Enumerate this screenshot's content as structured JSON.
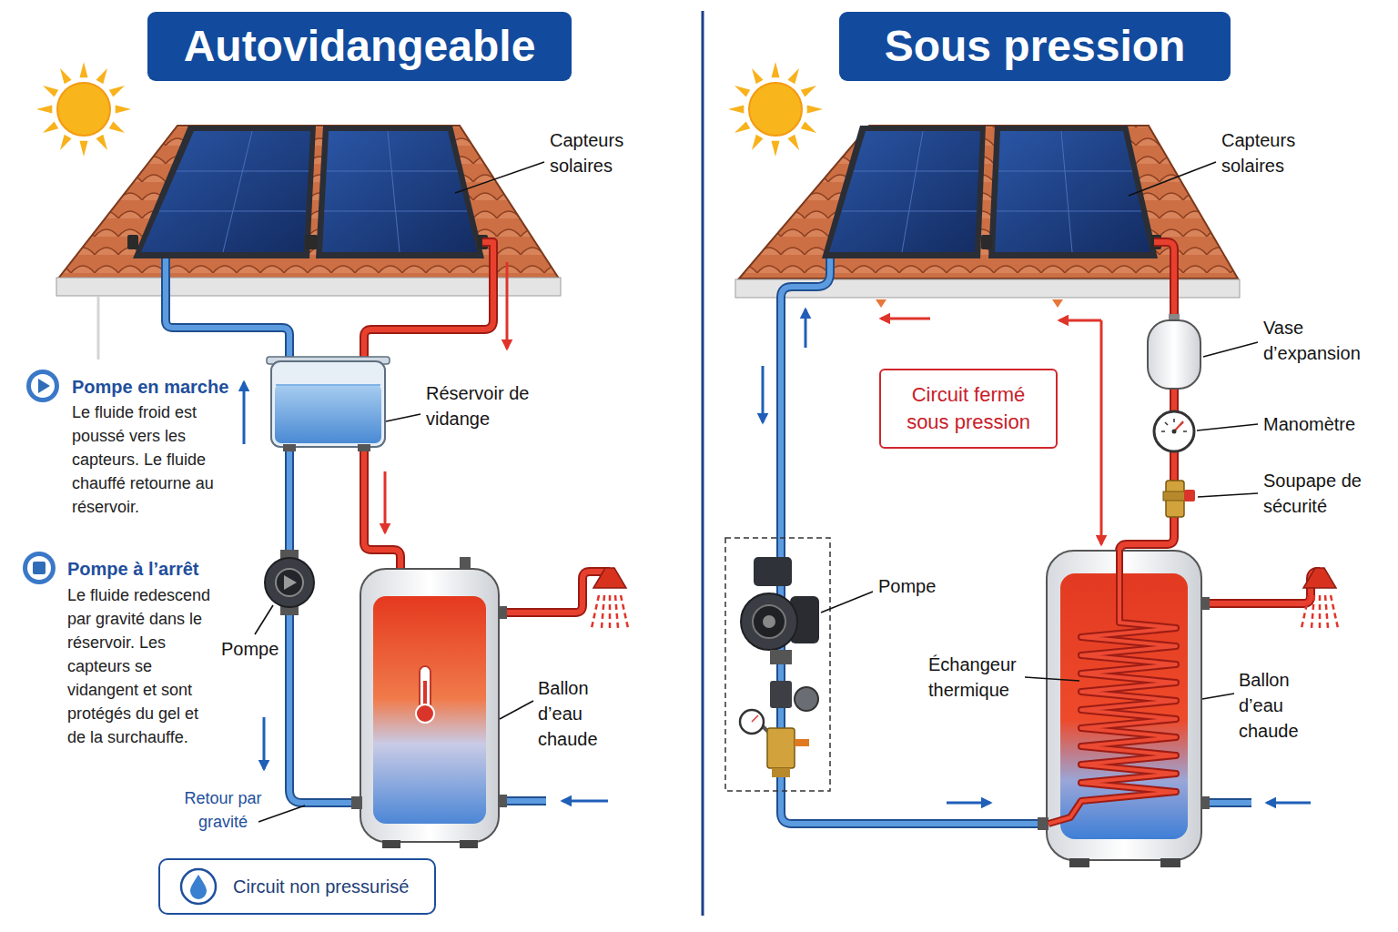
{
  "diagram": {
    "nodes": [
      {
        "text": [
          "Autovidangeable"
        ]
      },
      {
        "text": [
          "Circuit non pressurisé"
        ]
      },
      {
        "text": [
          "Sous pression"
        ]
      },
      {
        "text": [
          "Circuit fermé sous pression"
        ]
      }
    ],
    "labels": [
      "Capteurs solaires",
      "Réservoir de vidange",
      "Pompe en marche",
      "Le fluide froid est poussé vers les capteurs. Le fluide chauffé retourne au réservoir.",
      "Pompe à l’arrêt",
      "Le fluide redescend par gravité dans le réservoir. Les capteurs se vidangent et sont protégés du gel et de la surchauffe.",
      "Pompe",
      "Ballon d’eau chaude",
      "Retour par gravité",
      "Capteurs solaires",
      "Vase d’expansion",
      "Manomètre",
      "Soupape de sécurité",
      "Pompe",
      "Échangeur thermique",
      "Ballon d’eau chaude"
    ]
  }
}
